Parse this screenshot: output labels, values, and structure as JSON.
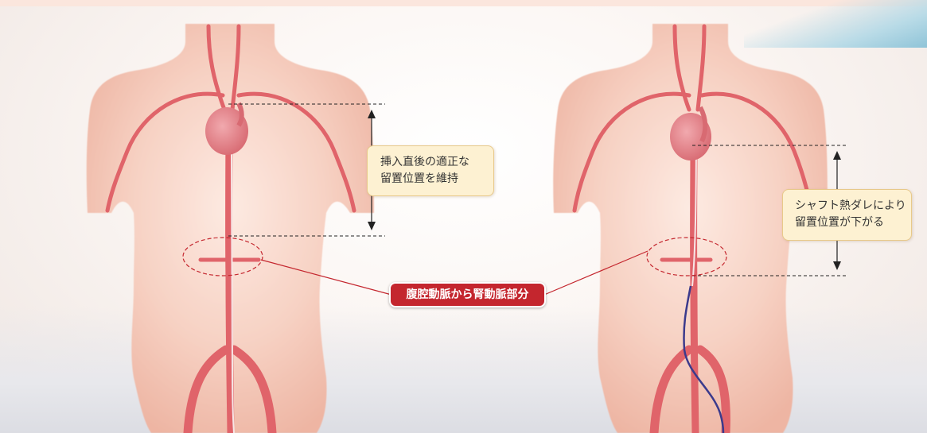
{
  "callouts": {
    "left": {
      "line1": "挿入直後の適正な",
      "line2": "留置位置を維持"
    },
    "right": {
      "line1": "シャフト熱ダレにより",
      "line2": "留置位置が下がる"
    }
  },
  "region_label": "腹腔動脈から腎動脈部分",
  "colors": {
    "skin": "#f3c3b3",
    "artery": "#e0646a",
    "heart": "#e17f86",
    "highlight": "#c4262e",
    "callout_fill": "#fdf1d2",
    "callout_border": "#e8c98a",
    "catheter_sagged": "#3b3a8c"
  }
}
